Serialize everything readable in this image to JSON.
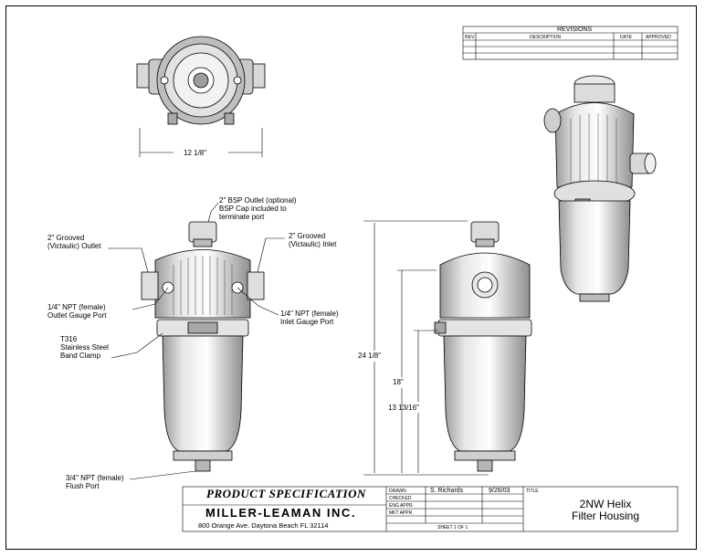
{
  "revisions": {
    "title": "REVISIONS",
    "headers": [
      "REV.",
      "DESCRIPTION",
      "DATE",
      "APPROVED"
    ]
  },
  "callouts": {
    "top_width": "12 1/8\"",
    "bsp_outlet": [
      "2\" BSP Outlet (optional)",
      "BSP Cap included to",
      "terminate port"
    ],
    "grooved_outlet": [
      "2\" Grooved",
      "(Victaulic) Outlet"
    ],
    "grooved_inlet": [
      "2\" Grooved",
      "(Victaulic) Inlet"
    ],
    "outlet_gauge": [
      "1/4\" NPT (female)",
      "Outlet Gauge Port"
    ],
    "inlet_gauge": [
      "1/4\" NPT (female)",
      "Inlet Gauge Port"
    ],
    "band_clamp": [
      "T316",
      "Stainless Steel",
      "Band Clamp"
    ],
    "flush_port": [
      "3/4\" NPT (female)",
      "Flush Port"
    ],
    "dim_overall": "24 1/8\"",
    "dim_18": "18\"",
    "dim_13": "13 13/16\""
  },
  "title_block": {
    "spec_title": "PRODUCT SPECIFICATION",
    "company": "MILLER-LEAMAN INC.",
    "address": "800 Orange Ave. Daytona Beach FL 32114",
    "rows": [
      {
        "label": "DRAWN",
        "name": "S. Richards",
        "date": "9/26/03"
      },
      {
        "label": "CHECKED",
        "name": "",
        "date": ""
      },
      {
        "label": "ENG APPR.",
        "name": "",
        "date": ""
      },
      {
        "label": "MKT APPR.",
        "name": "",
        "date": ""
      }
    ],
    "sheet": "SHEET 1 OF 1",
    "title_label": "TITLE",
    "product_line1": "2NW Helix",
    "product_line2": "Filter Housing"
  }
}
